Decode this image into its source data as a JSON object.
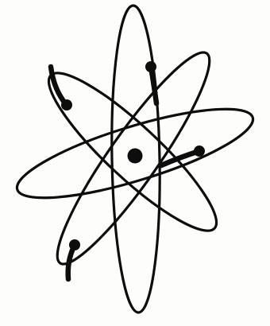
{
  "image": {
    "subject": "atom symbol",
    "style": "black line drawing on off-white paper",
    "colors": {
      "ink": "#0d0d0d",
      "paper": "#fdfdfb"
    },
    "elements": {
      "nucleus": 1,
      "orbits": 4,
      "electrons": 4
    }
  }
}
